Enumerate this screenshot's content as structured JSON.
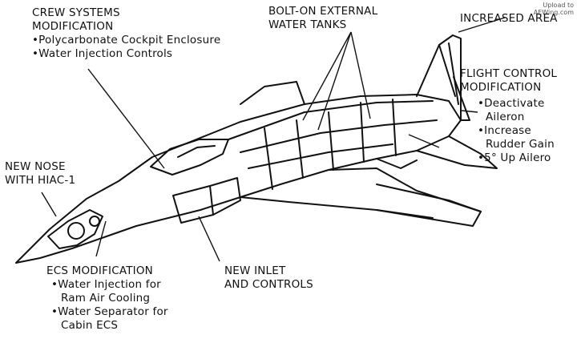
{
  "watermark": {
    "line1": "Upload to",
    "line2": "AEWing.com"
  },
  "labels": {
    "crew": {
      "title1": "CREW SYSTEMS",
      "title2": "MODIFICATION",
      "items": [
        "Polycarbonate Cockpit Enclosure",
        "Water Injection Controls"
      ]
    },
    "tanks": {
      "line1": "BOLT-ON EXTERNAL",
      "line2": "WATER TANKS"
    },
    "area": {
      "text": "INCREASED AREA"
    },
    "flight": {
      "title1": "FLIGHT CONTROL",
      "title2": "MODIFICATION",
      "items": [
        {
          "l1": "Deactivate",
          "l2": "Aileron"
        },
        {
          "l1": "Increase",
          "l2": "Rudder Gain"
        },
        {
          "l1": "5° Up Ailero",
          "l2": ""
        }
      ]
    },
    "nose": {
      "line1": "NEW NOSE",
      "line2": "WITH HIAC-1"
    },
    "ecs": {
      "title": "ECS MODIFICATION",
      "items": [
        {
          "l1": "Water Injection for",
          "l2": "Ram Air Cooling"
        },
        {
          "l1": "Water Separator for",
          "l2": "Cabin ECS"
        }
      ]
    },
    "inlet": {
      "line1": "NEW INLET",
      "line2": "AND CONTROLS"
    }
  }
}
